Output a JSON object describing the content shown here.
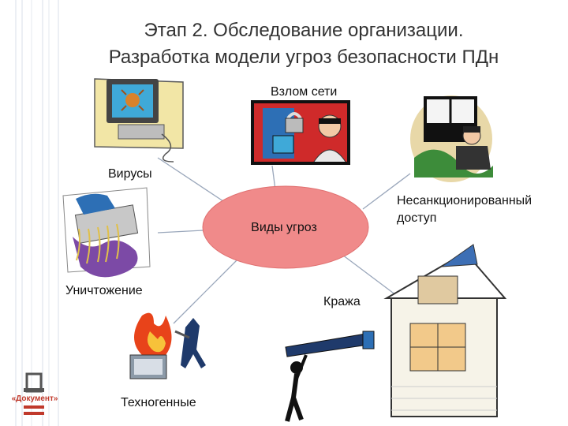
{
  "title_line1": "Этап 2. Обследование организации.",
  "title_line2": "Разработка модели угроз безопасности ПДн",
  "center": "Виды угроз",
  "nodes": {
    "hack": "Взлом сети",
    "viruses": "Вирусы",
    "unauthorized_line1": "Несанкционированный",
    "unauthorized_line2": "доступ",
    "destruction": "Уничтожение",
    "theft": "Кража",
    "technogenic": "Техногенные"
  },
  "logo_text": "«Документ»",
  "colors": {
    "ellipse": "#f08a8a",
    "lines": "#9aa7bb",
    "accent": "#c0392b"
  }
}
